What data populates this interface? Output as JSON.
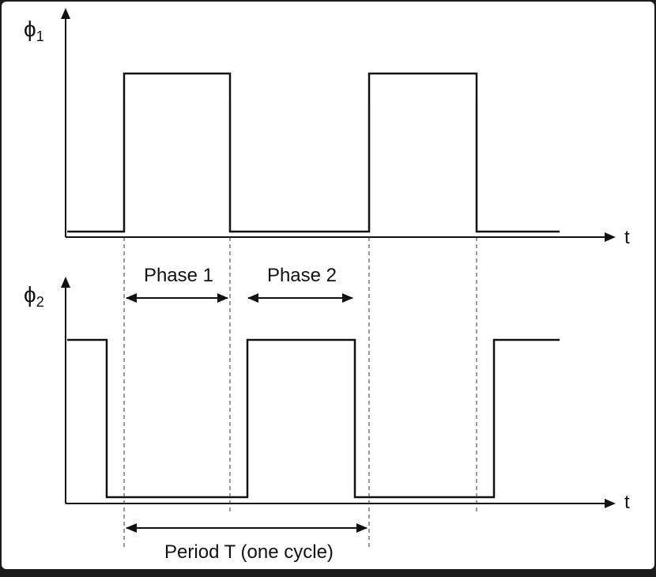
{
  "diagram": {
    "phi1_symbol": "ϕ",
    "phi1_subscript": "1",
    "phi2_symbol": "ϕ",
    "phi2_subscript": "2",
    "time_label_top": "t",
    "time_label_bottom": "t",
    "phase1_label": "Phase 1",
    "phase2_label": "Phase 2",
    "period_label": "Period T (one cycle)"
  },
  "colors": {
    "background": "#ffffff",
    "stroke": "#111111",
    "border": "#1c1c1c"
  }
}
